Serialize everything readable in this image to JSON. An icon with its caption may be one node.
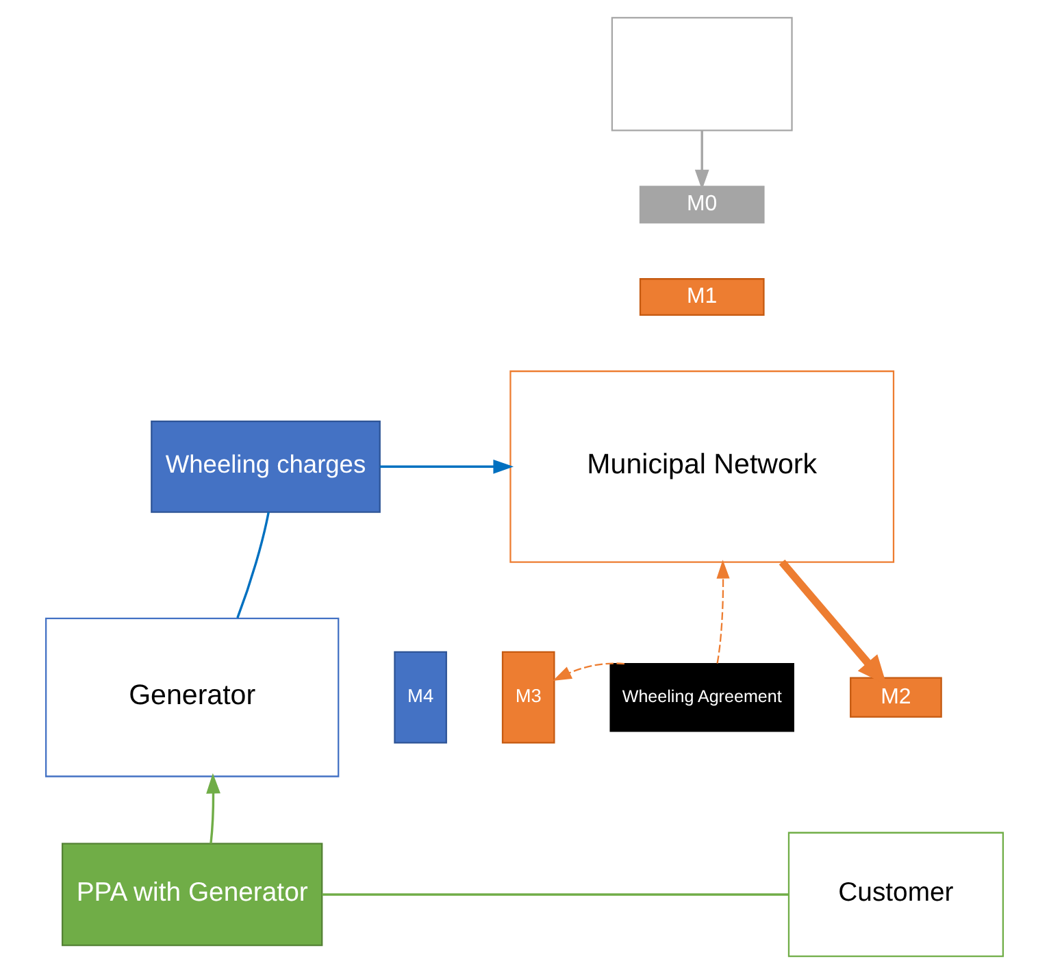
{
  "diagram": {
    "nodes": [
      {
        "text": [],
        "shape": "box"
      },
      {
        "text": [
          "M0"
        ]
      },
      {
        "text": [
          "M1"
        ]
      },
      {
        "text": [
          "Municipal Network"
        ]
      },
      {
        "text": [
          "Wheeling charges"
        ]
      },
      {
        "text": [
          "Generator"
        ]
      },
      {
        "text": [
          "M4"
        ]
      },
      {
        "text": [
          "M3"
        ]
      },
      {
        "text": [
          "Wheeling Agreement"
        ]
      },
      {
        "text": [
          "M2"
        ]
      },
      {
        "text": [
          "Customer"
        ]
      },
      {
        "text": [
          "PPA with Generator"
        ]
      }
    ],
    "edges": [
      {
        "from": 0,
        "to": 1,
        "arrow": "to",
        "color": "#a6a6a6"
      },
      {
        "from": 3,
        "to": 9,
        "arrow": "to",
        "style": "thick",
        "color": "#ed7d31"
      },
      {
        "from": 4,
        "to": 3,
        "arrow": "to",
        "color": "#0070c0"
      },
      {
        "from": 5,
        "to": 4,
        "arrow": "none",
        "color": "#0070c0"
      },
      {
        "from": 8,
        "to": 3,
        "arrow": "to",
        "style": "dashed",
        "color": "#ed7d31"
      },
      {
        "from": 8,
        "to": 7,
        "arrow": "to",
        "style": "dashed",
        "color": "#ed7d31"
      },
      {
        "from": 10,
        "to": 11,
        "arrow": "none",
        "color": "#70ad47"
      },
      {
        "from": 11,
        "to": 5,
        "arrow": "to",
        "color": "#70ad47"
      }
    ]
  }
}
